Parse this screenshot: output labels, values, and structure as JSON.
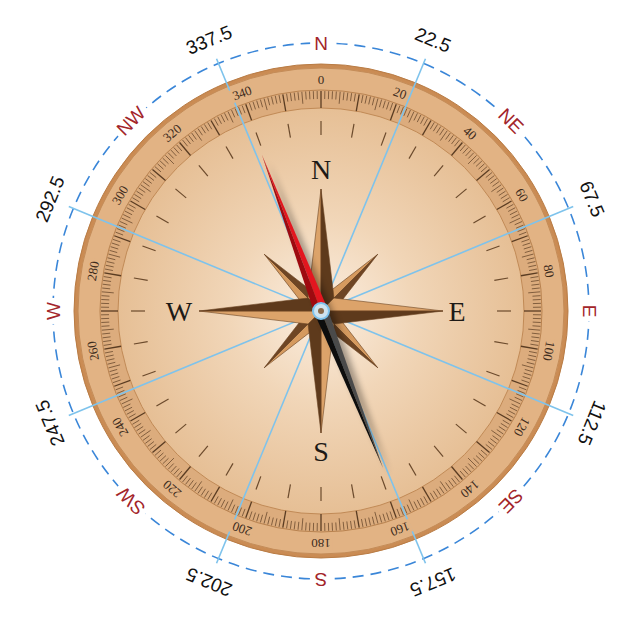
{
  "diagram": {
    "labels": [
      "N",
      "NE",
      "E",
      "SE",
      "S",
      "SW",
      "W",
      "NW",
      "22.5",
      "67.5",
      "112.5",
      "157.5",
      "202.5",
      "247.5",
      "292.5",
      "337.5",
      "0",
      "20",
      "40",
      "60",
      "80",
      "100",
      "120",
      "140",
      "160",
      "180",
      "200",
      "220",
      "240",
      "260",
      "280",
      "300",
      "320",
      "340",
      "N",
      "E",
      "S",
      "W"
    ]
  }
}
